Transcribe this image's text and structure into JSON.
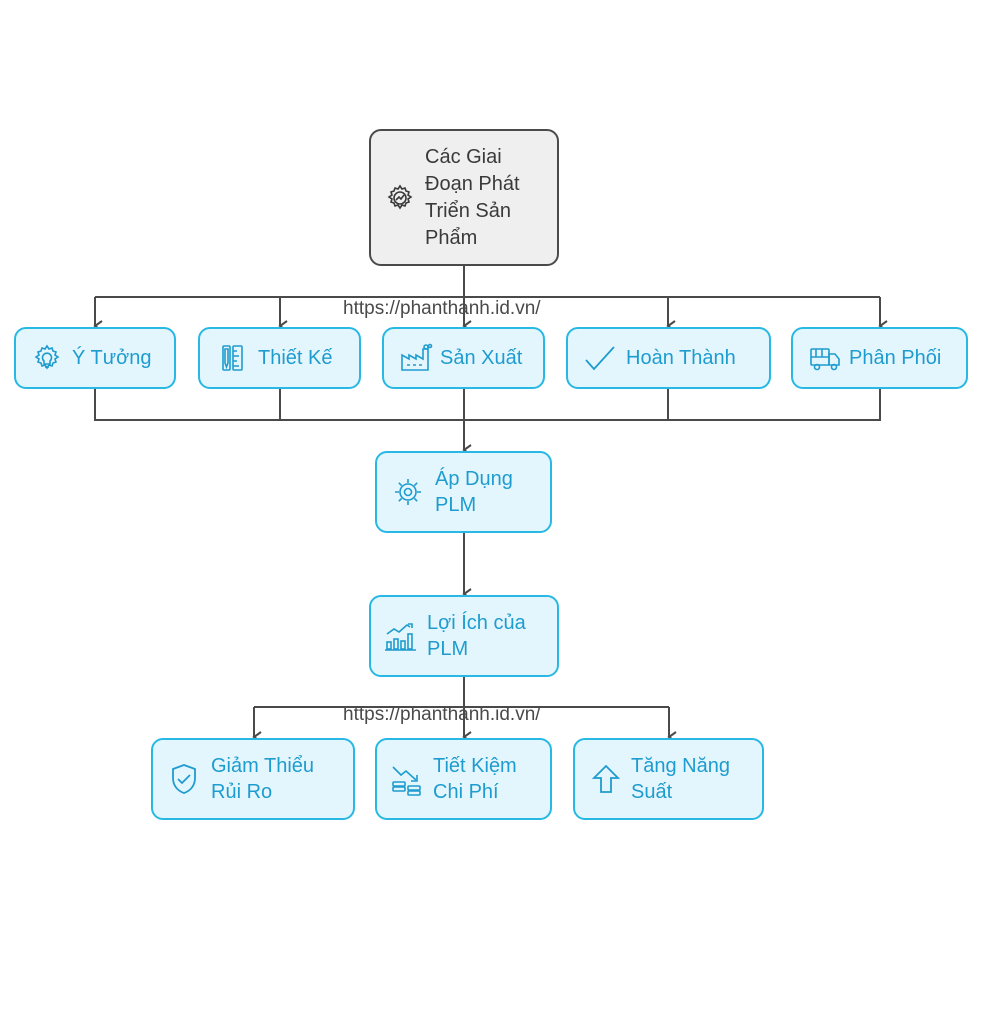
{
  "root": {
    "label": "Các Giai\nĐoạn Phát\nTriển Sản\nPhẩm",
    "icon": "gear-chart-icon"
  },
  "stages": [
    {
      "label": "Ý Tưởng",
      "icon": "lightbulb-gear-icon"
    },
    {
      "label": "Thiết Kế",
      "icon": "ruler-pencil-icon"
    },
    {
      "label": "Sản Xuất",
      "icon": "factory-icon"
    },
    {
      "label": "Hoàn Thành",
      "icon": "checkmark-icon"
    },
    {
      "label": "Phân Phối",
      "icon": "delivery-truck-icon"
    }
  ],
  "apply": {
    "label": "Áp Dụng\nPLM",
    "icon": "sun-gear-icon"
  },
  "benefits": {
    "label": "Lợi Ích của\nPLM",
    "icon": "growth-chart-icon"
  },
  "outcomes": [
    {
      "label": "Giảm Thiểu\nRủi Ro",
      "icon": "shield-check-icon"
    },
    {
      "label": "Tiết Kiệm\nChi Phí",
      "icon": "cost-down-icon"
    },
    {
      "label": "Tăng Năng\nSuất",
      "icon": "arrow-up-icon"
    }
  ],
  "watermarks": [
    "https://phanthanh.id.vn/",
    "https://phanthanh.id.vn/"
  ],
  "colors": {
    "accent": "#27b8e3",
    "fill": "#e4f6fd",
    "connector": "#4a4a4a",
    "root_fill": "#efefef"
  }
}
